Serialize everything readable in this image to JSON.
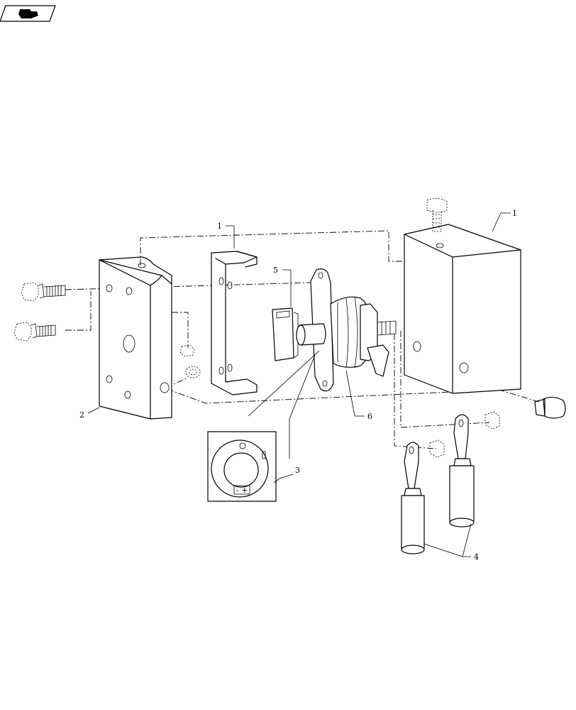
{
  "diagram": {
    "callouts": [
      {
        "id": "cover-bracket",
        "label": "1"
      },
      {
        "id": "shroud-cover",
        "label": "1"
      },
      {
        "id": "mounting-block",
        "label": "2"
      },
      {
        "id": "decal",
        "label": "3"
      },
      {
        "id": "cable-leads",
        "label": "4"
      },
      {
        "id": "key",
        "label": "5"
      },
      {
        "id": "disconnect-switch",
        "label": "6"
      }
    ],
    "decal_text": "- +",
    "icons": {
      "header": "parts-book-icon"
    }
  }
}
